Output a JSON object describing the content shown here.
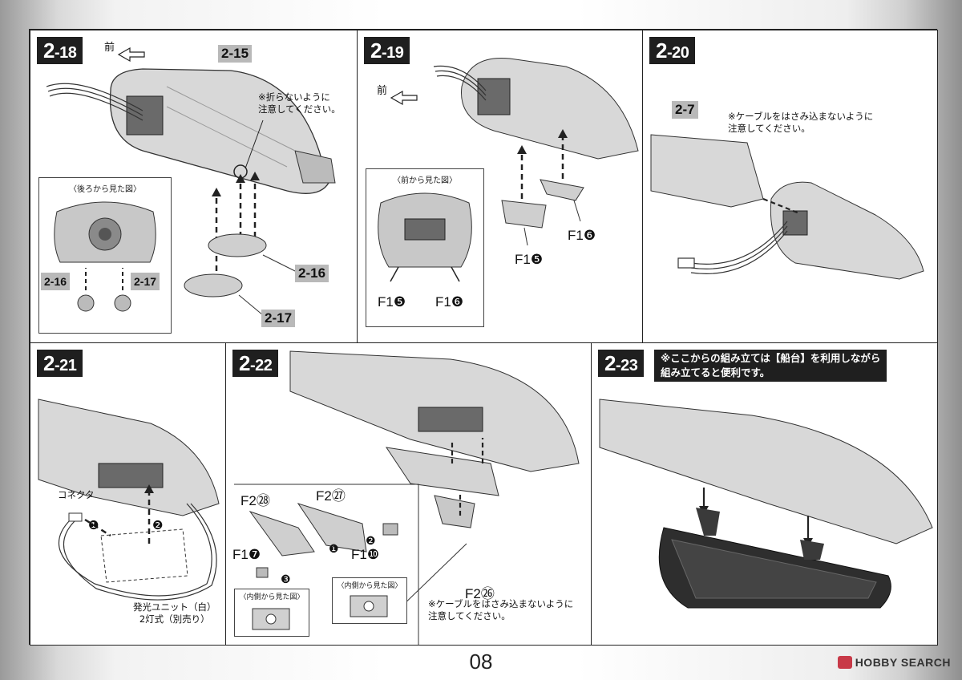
{
  "page_number": "08",
  "watermark": {
    "brand": "HOBBY SEARCH"
  },
  "common": {
    "front_label": "前"
  },
  "steps": {
    "s18": {
      "num": "2",
      "sub": "-18",
      "ref_main": "2-15",
      "note": "※折らないように\n注意してください。",
      "inset_title": "〈後ろから見た図〉",
      "ref_a": "2-16",
      "ref_b": "2-17",
      "inset_ref_a": "2-16",
      "inset_ref_b": "2-17"
    },
    "s19": {
      "num": "2",
      "sub": "-19",
      "inset_title": "〈前から見た図〉",
      "part_5": "F1❺",
      "part_6": "F1❻",
      "inset_part_5": "F1❺",
      "inset_part_6": "F1❻"
    },
    "s20": {
      "num": "2",
      "sub": "-20",
      "ref": "2-7",
      "note": "※ケーブルをはさみ込まないように\n注意してください。"
    },
    "s21": {
      "num": "2",
      "sub": "-21",
      "connector": "コネクタ",
      "led_unit": "発光ユニット（白）\n2灯式（別売り）",
      "callout_1": "❶",
      "callout_2": "❷"
    },
    "s22": {
      "num": "2",
      "sub": "-22",
      "part_28": "F2㉘",
      "part_27": "F2㉗",
      "part_7": "F1❼",
      "part_10": "F1❿",
      "part_26": "F2㉖",
      "inset_a_title": "〈内側から見た図〉",
      "inset_b_title": "〈内側から見た図〉",
      "note": "※ケーブルをはさみ込まないように\n注意してください。",
      "callout_1": "❶",
      "callout_2": "❷",
      "callout_3": "❸"
    },
    "s23": {
      "num": "2",
      "sub": "-23",
      "note": "※ここからの組み立ては【船台】を利用しながら\n組み立てると便利です。"
    }
  }
}
